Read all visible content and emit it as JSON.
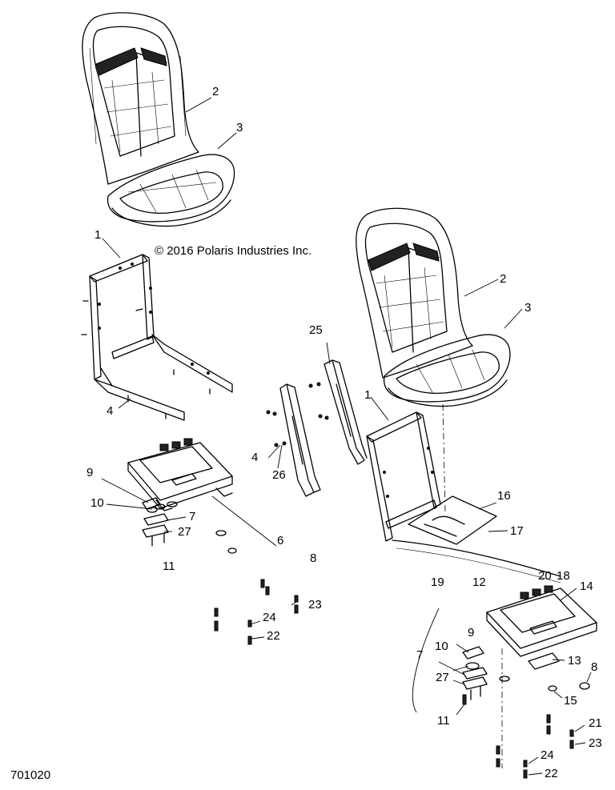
{
  "copyright": "© 2016 Polaris Industries Inc.",
  "diagram_id": "701020",
  "callouts": [
    {
      "id": "c-2-top",
      "text": "2"
    },
    {
      "id": "c-3-top",
      "text": "3"
    },
    {
      "id": "c-1-left",
      "text": "1"
    },
    {
      "id": "c-4-left",
      "text": "4"
    },
    {
      "id": "c-9-left",
      "text": "9"
    },
    {
      "id": "c-10-left",
      "text": "10"
    },
    {
      "id": "c-7-left",
      "text": "7"
    },
    {
      "id": "c-27-left",
      "text": "27"
    },
    {
      "id": "c-6-left",
      "text": "6"
    },
    {
      "id": "c-8-left",
      "text": "8"
    },
    {
      "id": "c-11-left",
      "text": "11"
    },
    {
      "id": "c-23-left",
      "text": "23"
    },
    {
      "id": "c-24-left",
      "text": "24"
    },
    {
      "id": "c-22-left",
      "text": "22"
    },
    {
      "id": "c-25",
      "text": "25"
    },
    {
      "id": "c-4-mid",
      "text": "4"
    },
    {
      "id": "c-26",
      "text": "26"
    },
    {
      "id": "c-2-right",
      "text": "2"
    },
    {
      "id": "c-3-right",
      "text": "3"
    },
    {
      "id": "c-1-right",
      "text": "1"
    },
    {
      "id": "c-16",
      "text": "16"
    },
    {
      "id": "c-17",
      "text": "17"
    },
    {
      "id": "c-20",
      "text": "20"
    },
    {
      "id": "c-18",
      "text": "18"
    },
    {
      "id": "c-14",
      "text": "14"
    },
    {
      "id": "c-19",
      "text": "19"
    },
    {
      "id": "c-12",
      "text": "12"
    },
    {
      "id": "c-9-right",
      "text": "9"
    },
    {
      "id": "c-10-right",
      "text": "10"
    },
    {
      "id": "c-7-right",
      "text": "7"
    },
    {
      "id": "c-27-right",
      "text": "27"
    },
    {
      "id": "c-13",
      "text": "13"
    },
    {
      "id": "c-8-right",
      "text": "8"
    },
    {
      "id": "c-15",
      "text": "15"
    },
    {
      "id": "c-11-right",
      "text": "11"
    },
    {
      "id": "c-21",
      "text": "21"
    },
    {
      "id": "c-23-right",
      "text": "23"
    },
    {
      "id": "c-24-right",
      "text": "24"
    },
    {
      "id": "c-22-right",
      "text": "22"
    }
  ]
}
